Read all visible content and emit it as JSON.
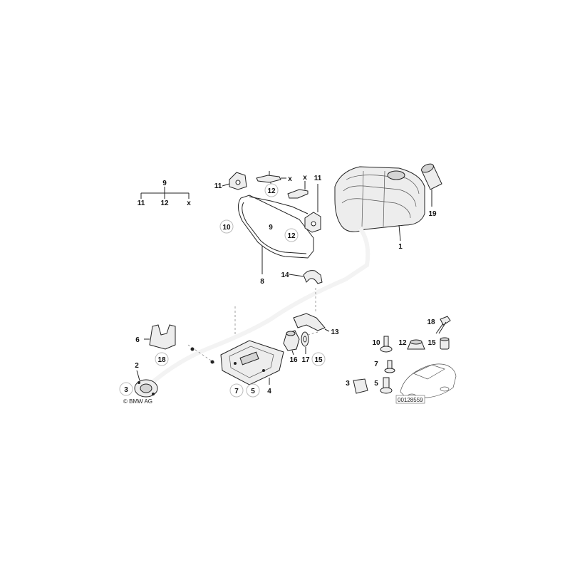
{
  "labels": {
    "l1": "1",
    "l2": "2",
    "l3_left": "3",
    "l3_inset": "3",
    "l4": "4",
    "l5_lower": "5",
    "l5_inset": "5",
    "l6": "6",
    "l7_lower": "7",
    "l7_inset": "7",
    "l8": "8",
    "l9_legend": "9",
    "l9_bracket": "9",
    "l10_bracket": "10",
    "l10_inset": "10",
    "l11_legend": "11",
    "l11_left": "11",
    "l11_right": "11",
    "l12_legend": "12",
    "l12_top": "12",
    "l12_bracket": "12",
    "l12_inset": "12",
    "l13": "13",
    "l14": "14",
    "l15_lower": "15",
    "l15_inset": "15",
    "l16": "16",
    "l17": "17",
    "l18_pipe": "18",
    "l18_inset": "18",
    "l19": "19",
    "x_legend": "x",
    "x_top1": "x",
    "x_top2": "x"
  },
  "copyright": "© BMW AG",
  "diagram_number": "00128559"
}
